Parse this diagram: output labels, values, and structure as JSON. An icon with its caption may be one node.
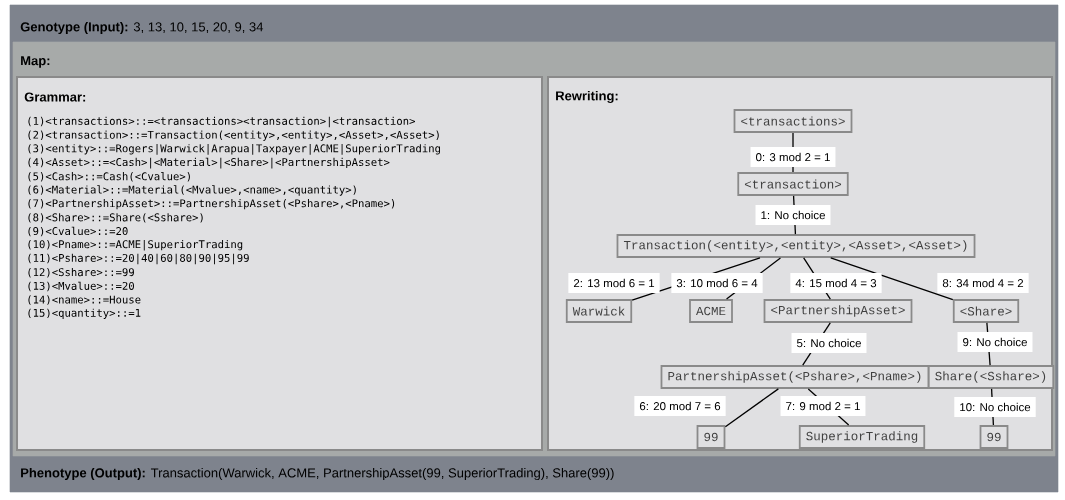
{
  "diagram": {
    "nodes": [
      {
        "text": [
          "**Genotype (Input):** 3, 13, 10, 15, 20, 9, 34",
          "**Phenotype (Output):** Transaction(Warwick, ACME, PartnershipAsset(99, SuperiorTrading), Share(99))"
        ]
      },
      {
        "text": [
          "Map:"
        ],
        "in": 0
      },
      {
        "text": [
          "Grammar:",
          "(1)<transactions>::=<transactions><transaction>|<transaction>",
          "(2)<transaction>::=Transaction(<entity>,<entity>,<Asset>,<Asset>)",
          "(3)<entity>::=Rogers|Warwick|Arapua|Taxpayer|ACME|SuperiorTrading",
          "(4)<Asset>::=<Cash>|<Material>|<Share>|<PartnershipAsset>",
          "(5)<Cash>::=Cash(<Cvalue>)",
          "(6)<Material>::=Material(<Mvalue>,<name>,<quantity>)",
          "(7)<PartnershipAsset>::=PartnershipAsset(<Pshare>,<Pname>)",
          "(8)<Share>::=Share(<Sshare>)",
          "(9)<Cvalue>::=20",
          "(10)<Pname>::=ACME|SuperiorTrading",
          "(11)<Pshare>::=20|40|60|80|90|95|99",
          "(12)<Sshare>::=99",
          "(13)<Mvalue>::=20",
          "(14)<name>::=House",
          "(15)<quantity>::=1"
        ],
        "in": 1
      },
      {
        "text": [
          "Rewriting:"
        ],
        "in": 1
      },
      {
        "text": [
          "<transactions>"
        ],
        "in": 3
      },
      {
        "text": [
          "<transaction>"
        ],
        "in": 3
      },
      {
        "text": [
          "Transaction(<entity>,<entity>,<Asset>,<Asset>)"
        ],
        "in": 3
      },
      {
        "text": [
          "Warwick"
        ],
        "in": 3
      },
      {
        "text": [
          "ACME"
        ],
        "in": 3
      },
      {
        "text": [
          "<PartnershipAsset>"
        ],
        "in": 3
      },
      {
        "text": [
          "<Share>"
        ],
        "in": 3
      },
      {
        "text": [
          "PartnershipAsset(<Pshare>,<Pname>)"
        ],
        "in": 3
      },
      {
        "text": [
          "Share(<Sshare>)"
        ],
        "in": 3
      },
      {
        "text": [
          "99"
        ],
        "in": 3
      },
      {
        "text": [
          "SuperiorTrading"
        ],
        "in": 3
      },
      {
        "text": [
          "99"
        ],
        "in": 3
      }
    ],
    "edges": [
      {
        "from": 4,
        "to": 5,
        "arrow": "none",
        "label": "0: 3 mod 2 = 1"
      },
      {
        "from": 5,
        "to": 6,
        "arrow": "none",
        "label": "1: No choice"
      },
      {
        "from": 6,
        "to": 7,
        "arrow": "none",
        "label": "2: 13 mod 6 = 1"
      },
      {
        "from": 6,
        "to": 8,
        "arrow": "none",
        "label": "3: 10 mod 6 = 4"
      },
      {
        "from": 6,
        "to": 9,
        "arrow": "none",
        "label": "4: 15 mod 4 = 3"
      },
      {
        "from": 9,
        "to": 11,
        "arrow": "none",
        "label": "5: No choice"
      },
      {
        "from": 11,
        "to": 13,
        "arrow": "none",
        "label": "6: 20 mod 7 = 6"
      },
      {
        "from": 11,
        "to": 14,
        "arrow": "none",
        "label": "7: 9 mod 2 = 1"
      },
      {
        "from": 6,
        "to": 10,
        "arrow": "none",
        "label": "8: 34 mod 4 = 2"
      },
      {
        "from": 10,
        "to": 12,
        "arrow": "none",
        "label": "9: No choice"
      },
      {
        "from": 12,
        "to": 15,
        "arrow": "none",
        "label": "10: No choice"
      }
    ]
  }
}
